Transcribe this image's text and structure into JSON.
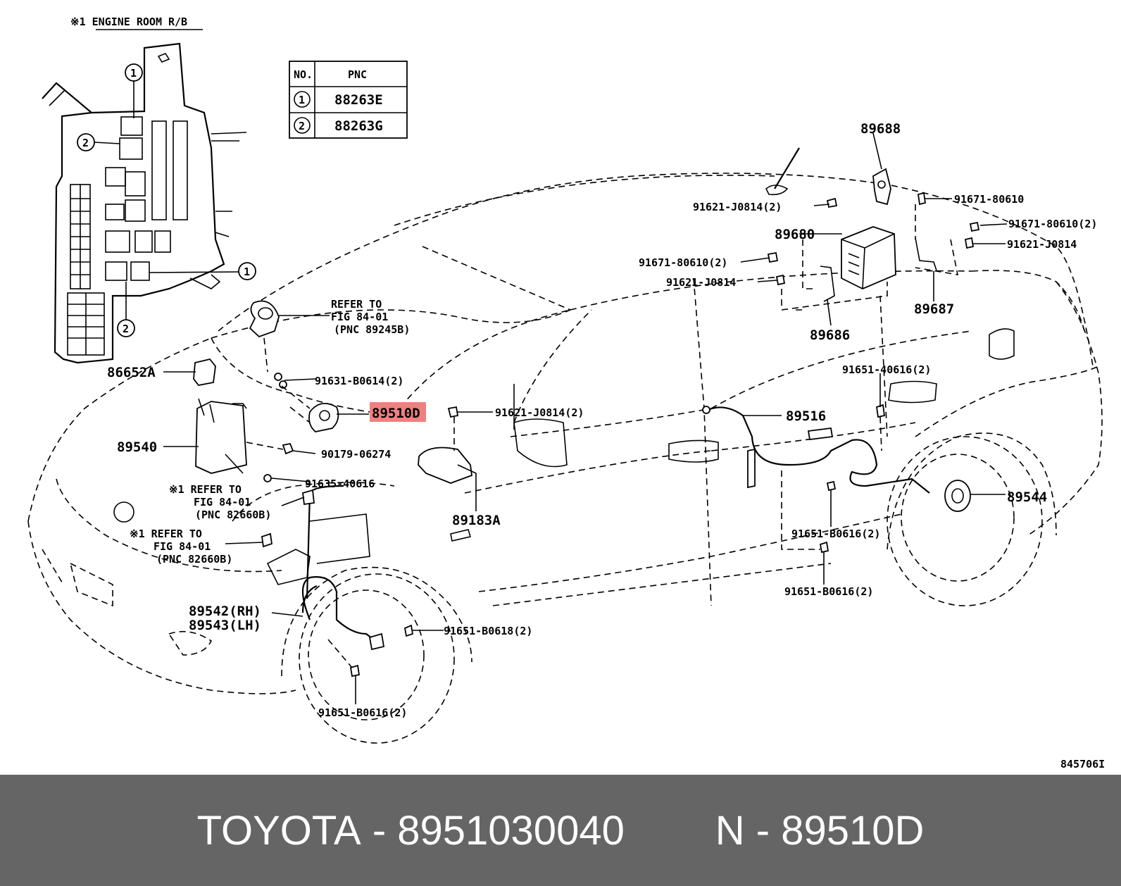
{
  "header_note": "※1 ENGINE ROOM R/B",
  "table": {
    "headers": [
      "NO.",
      "PNC"
    ],
    "rows": [
      {
        "no": "1",
        "pnc": "88263E"
      },
      {
        "no": "2",
        "pnc": "88263G"
      }
    ]
  },
  "callouts": {
    "c89688": "89688",
    "c91671_80610_a": "91671-80610",
    "c91621_J0814_2a": "91621-J0814(2)",
    "c91671_80610_2a": "91671-80610(2)",
    "c89680": "89680",
    "c91671_80610_2b": "91671-80610(2)",
    "c91621_J0814_a": "91621-J0814",
    "c91621_J0814_b": "91621-J0814",
    "c89687": "89687",
    "c89686": "89686",
    "c91651_40616_2": "91651-40616(2)",
    "c86652A": "86652A",
    "c91631_B0614_2": "91631-B0614(2)",
    "c89510D": "89510D",
    "c91621_J0814_2b": "91621-J0814(2)",
    "c89516": "89516",
    "c89540": "89540",
    "c90179_06274": "90179-06274",
    "c91635_40616": "91635-40616",
    "c89183A": "89183A",
    "c89544": "89544",
    "c91651_B0616_2a": "91651-B0616(2)",
    "c91651_B0616_2b": "91651-B0616(2)",
    "c89542": "89542(RH)",
    "c89543": "89543(LH)",
    "c91651_B0618_2": "91651-B0618(2)",
    "c91651_B0616_2c": "91651-B0616(2)",
    "ref_top_1": "REFER TO",
    "ref_top_2": "FIG 84-01",
    "ref_top_3": "(PNC 89245B)",
    "ref_mid_1": "※1 REFER TO",
    "ref_mid_2": "FIG 84-01",
    "ref_mid_3": "(PNC 82660B)",
    "ref_low_1": "※1 REFER TO",
    "ref_low_2": "FIG 84-01",
    "ref_low_3": "(PNC 82660B)",
    "circle_1": "1",
    "circle_2": "2",
    "diagram_id": "845706I"
  },
  "highlight_color": "#f08080",
  "footer": {
    "brand": "TOYOTA",
    "sep1": "-",
    "part_number": "8951030040",
    "n_label": "N",
    "sep2": "-",
    "pnc": "89510D",
    "background": "#656565"
  }
}
